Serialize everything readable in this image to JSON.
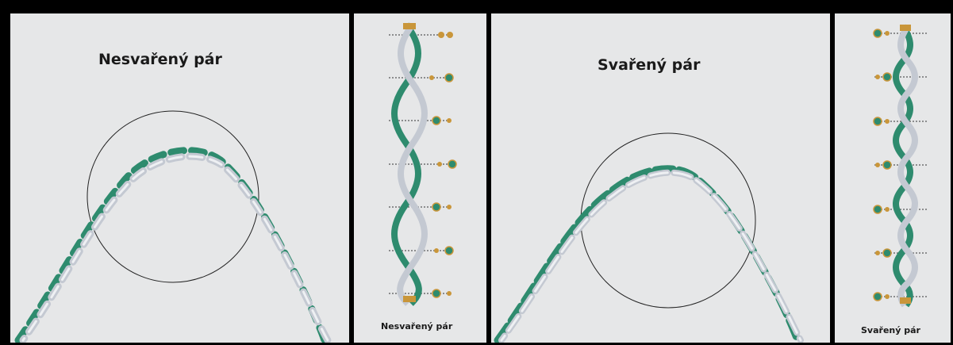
{
  "panels": {
    "unbonded_large": {
      "title": "Nesvařený pár"
    },
    "unbonded_side": {
      "caption": "Nesvařený pár"
    },
    "bonded_large": {
      "title": "Svařený pár"
    },
    "bonded_side": {
      "caption": "Svařený pár"
    }
  },
  "colors": {
    "background": "#e6e7e8",
    "border": "#000000",
    "green_wire": "#2e8b6e",
    "white_wire": "#c4c9d2",
    "copper": "#c9963a",
    "text": "#1a1a1a"
  }
}
